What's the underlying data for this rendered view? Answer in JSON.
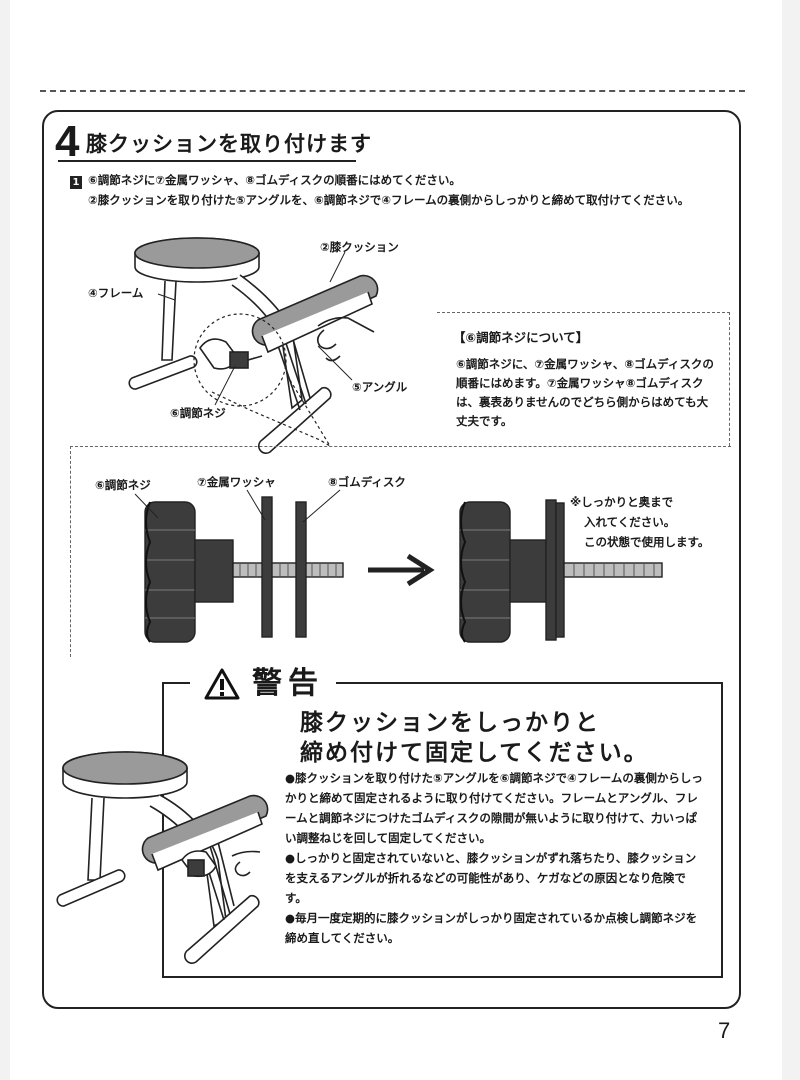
{
  "step": {
    "number": "4",
    "title": "膝クッションを取り付けます"
  },
  "instructions": {
    "marker": "1",
    "line1": "⑥調節ネジに⑦金属ワッシャ、⑧ゴムディスクの順番にはめてください。",
    "line2": "②膝クッションを取り付けた⑤アングルを、⑥調節ネジで④フレームの裏側からしっかりと締めて取付けてください。"
  },
  "diagram_labels": {
    "knee_cushion": "②膝クッション",
    "frame": "④フレーム",
    "angle": "⑤アングル",
    "adjust_screw": "⑥調節ネジ"
  },
  "note": {
    "title": "【⑥調節ネジについて】",
    "body": "⑥調節ネジに、⑦金属ワッシャ、⑧ゴムディスクの順番にはめます。⑦金属ワッシャ⑧ゴムディスクは、裏表ありませんのでどちら側からはめても大丈夫です。"
  },
  "detail_labels": {
    "adjust_screw": "⑥調節ネジ",
    "metal_washer": "⑦金属ワッシャ",
    "rubber_disk": "⑧ゴムディスク"
  },
  "side_note": {
    "line1": "※しっかりと奥まで",
    "line2": "入れてください。",
    "line3": "この状態で使用します。"
  },
  "warning": {
    "heading": "警告",
    "main_line1": "膝クッションをしっかりと",
    "main_line2": "締め付けて固定してください。",
    "items": [
      "●膝クッションを取り付けた⑤アングルを⑥調節ネジで④フレームの裏側からしっかりと締めて固定されるように取り付けてください。フレームとアングル、フレームと調節ネジにつけたゴムディスクの隙間が無いように取り付けて、力いっぱい調整ねじを回して固定してください。",
      "●しっかりと固定されていないと、膝クッションがずれ落ちたり、膝クッションを支えるアングルが折れるなどの可能性があり、ケガなどの原因となり危険です。",
      "●毎月一度定期的に膝クッションがしっかり固定されているか点検し調節ネジを締め直してください。"
    ]
  },
  "page_number": "7",
  "colors": {
    "ink": "#1a1a1a",
    "cushion_gray": "#9a9a9a",
    "knob_dark": "#3c3c3c"
  }
}
